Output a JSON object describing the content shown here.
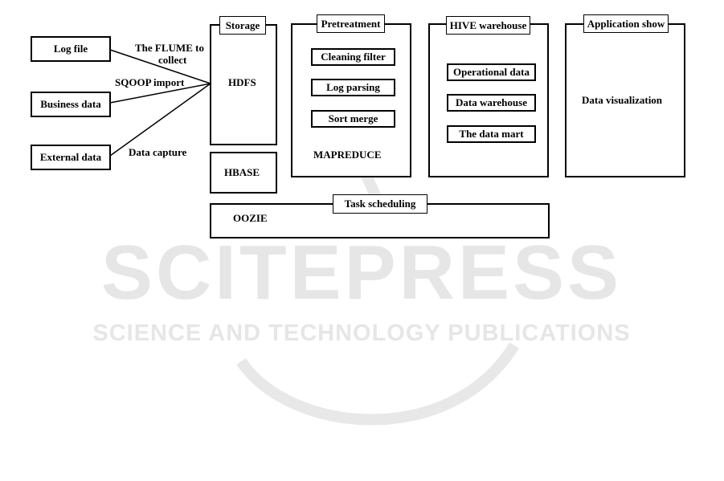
{
  "sources": {
    "log_file": "Log file",
    "business_data": "Business data",
    "external_data": "External data"
  },
  "edges": {
    "flume_line1": "The FLUME to",
    "flume_line2": "collect",
    "sqoop": "SQOOP import",
    "capture": "Data capture"
  },
  "storage": {
    "tab": "Storage",
    "hdfs": "HDFS",
    "hbase": "HBASE"
  },
  "pretreatment": {
    "tab": "Pretreatment",
    "items": [
      "Cleaning filter",
      "Log parsing",
      "Sort merge"
    ],
    "engine": "MAPREDUCE"
  },
  "hive": {
    "tab": "HIVE warehouse",
    "items": [
      "Operational data",
      "Data warehouse",
      "The data mart"
    ]
  },
  "application": {
    "tab": "Application show",
    "content": "Data visualization"
  },
  "scheduling": {
    "tab": "Task scheduling",
    "engine": "OOZIE"
  },
  "watermark": {
    "title": "SCITEPRESS",
    "subtitle": "SCIENCE AND TECHNOLOGY PUBLICATIONS",
    "color": "#e6e6e6"
  }
}
